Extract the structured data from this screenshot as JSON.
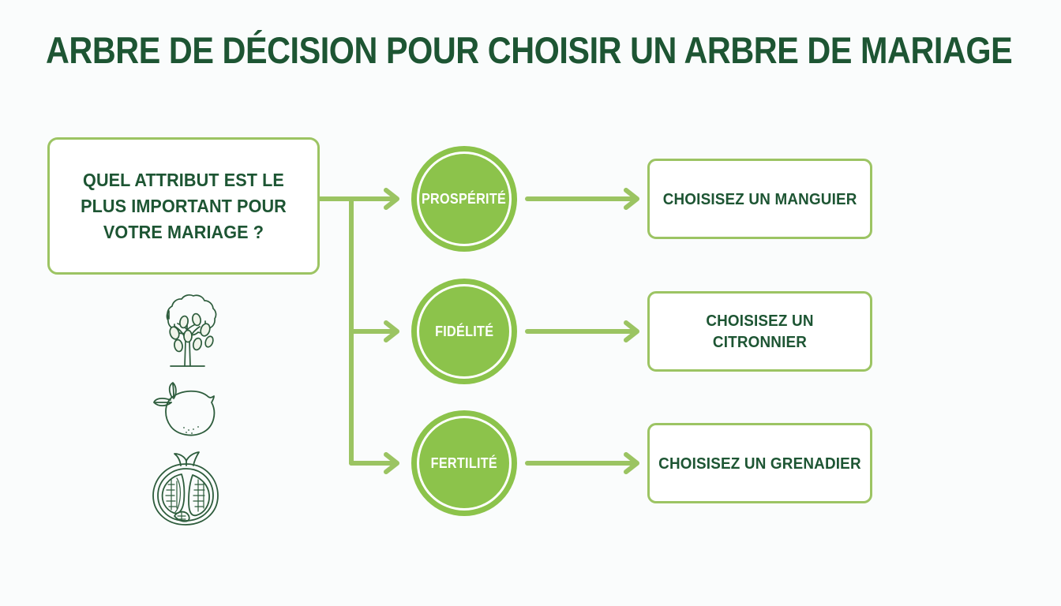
{
  "page": {
    "title": "ARBRE DE DÉCISION POUR CHOISIR UN ARBRE DE MARIAGE",
    "background_color": "#fafcfc",
    "dark_green": "#1d5533",
    "light_green": "#8cc34b",
    "border_green": "#9cc463",
    "arrow_green": "#9bc462"
  },
  "question": {
    "text": "QUEL ATTRIBUT EST LE PLUS IMPORTANT POUR VOTRE MARIAGE ?"
  },
  "branches": [
    {
      "option": "PROSPÉRITÉ",
      "outcome": "CHOISISEZ UN MANGUIER"
    },
    {
      "option": "FIDÉLITÉ",
      "outcome": "CHOISISEZ UN CITRONNIER"
    },
    {
      "option": "FERTILITÉ",
      "outcome": "CHOISISEZ UN GRENADIER"
    }
  ],
  "illustrations": [
    {
      "name": "mango-tree-illustration"
    },
    {
      "name": "lemon-illustration"
    },
    {
      "name": "pomegranate-illustration"
    }
  ]
}
